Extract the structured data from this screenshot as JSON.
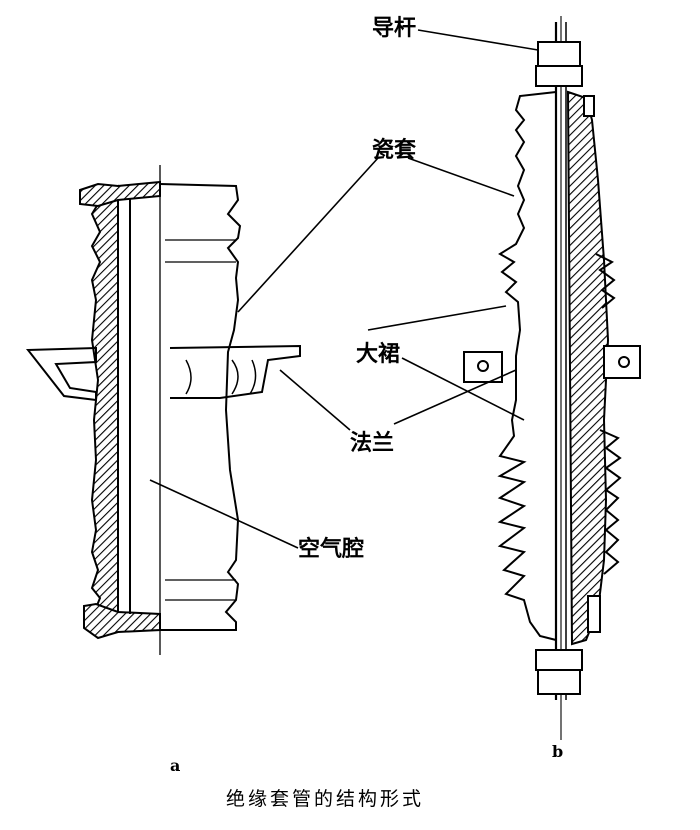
{
  "labels": {
    "conductor_rod": "导杆",
    "porcelain_shell": "瓷套",
    "large_skirt": "大裙",
    "flange": "法兰",
    "air_cavity": "空气腔"
  },
  "sublabels": {
    "a": "a",
    "b": "b"
  },
  "caption": "绝缘套管的结构形式"
}
